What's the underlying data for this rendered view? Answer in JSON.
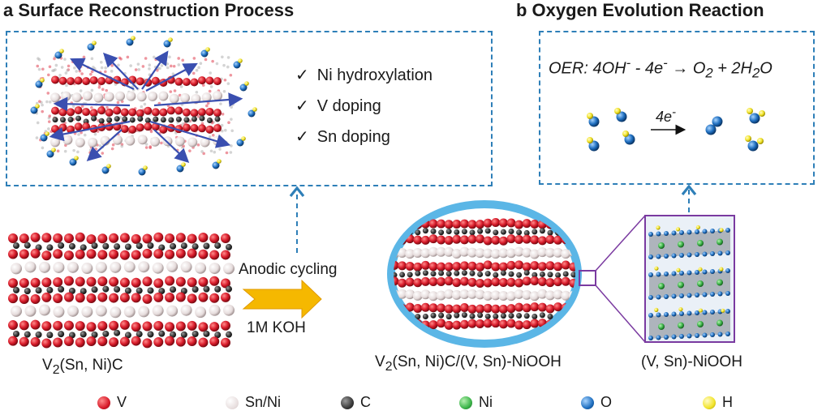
{
  "panel_a": {
    "title": "a Surface Reconstruction Process",
    "checks": [
      {
        "mark": "✓",
        "text": "Ni hydroxylation"
      },
      {
        "mark": "✓",
        "text": "V doping"
      },
      {
        "mark": "✓",
        "text": "Sn doping"
      }
    ]
  },
  "panel_b": {
    "title": "b Oxygen Evolution Reaction",
    "equation": {
      "prefix": "OER: 4OH",
      "sup1": "-",
      "mid": " - 4e",
      "sup2": "-",
      "arrow": " → O",
      "sub1": "2",
      "plus": " + 2H",
      "sub2": "2",
      "end": "O"
    },
    "arrow_label": {
      "base": "4e",
      "sup": "-"
    }
  },
  "process": {
    "top_label": "Anodic cycling",
    "bottom_label": "1M KOH"
  },
  "labels": {
    "left": {
      "pre": "V",
      "sub": "2",
      "post": "(Sn, Ni)C"
    },
    "middle": {
      "pre": "V",
      "sub": "2",
      "post": "(Sn, Ni)C/(V, Sn)-NiOOH"
    },
    "right": "(V, Sn)-NiOOH"
  },
  "legend": [
    {
      "symbol": "V",
      "color": "#d81b2a"
    },
    {
      "symbol": "Sn/Ni",
      "color": "#e8dede"
    },
    {
      "symbol": "C",
      "color": "#3a3a3a"
    },
    {
      "symbol": "Ni",
      "color": "#3cb54a"
    },
    {
      "symbol": "O",
      "color": "#1f6fc0"
    },
    {
      "symbol": "H",
      "color": "#f2e42a"
    }
  ],
  "colors": {
    "dash": "#2e7fb8",
    "ellipse": "#5bb6e6",
    "zoom_box": "#7a3aa0",
    "yellow_arrow": "#f5b800"
  }
}
